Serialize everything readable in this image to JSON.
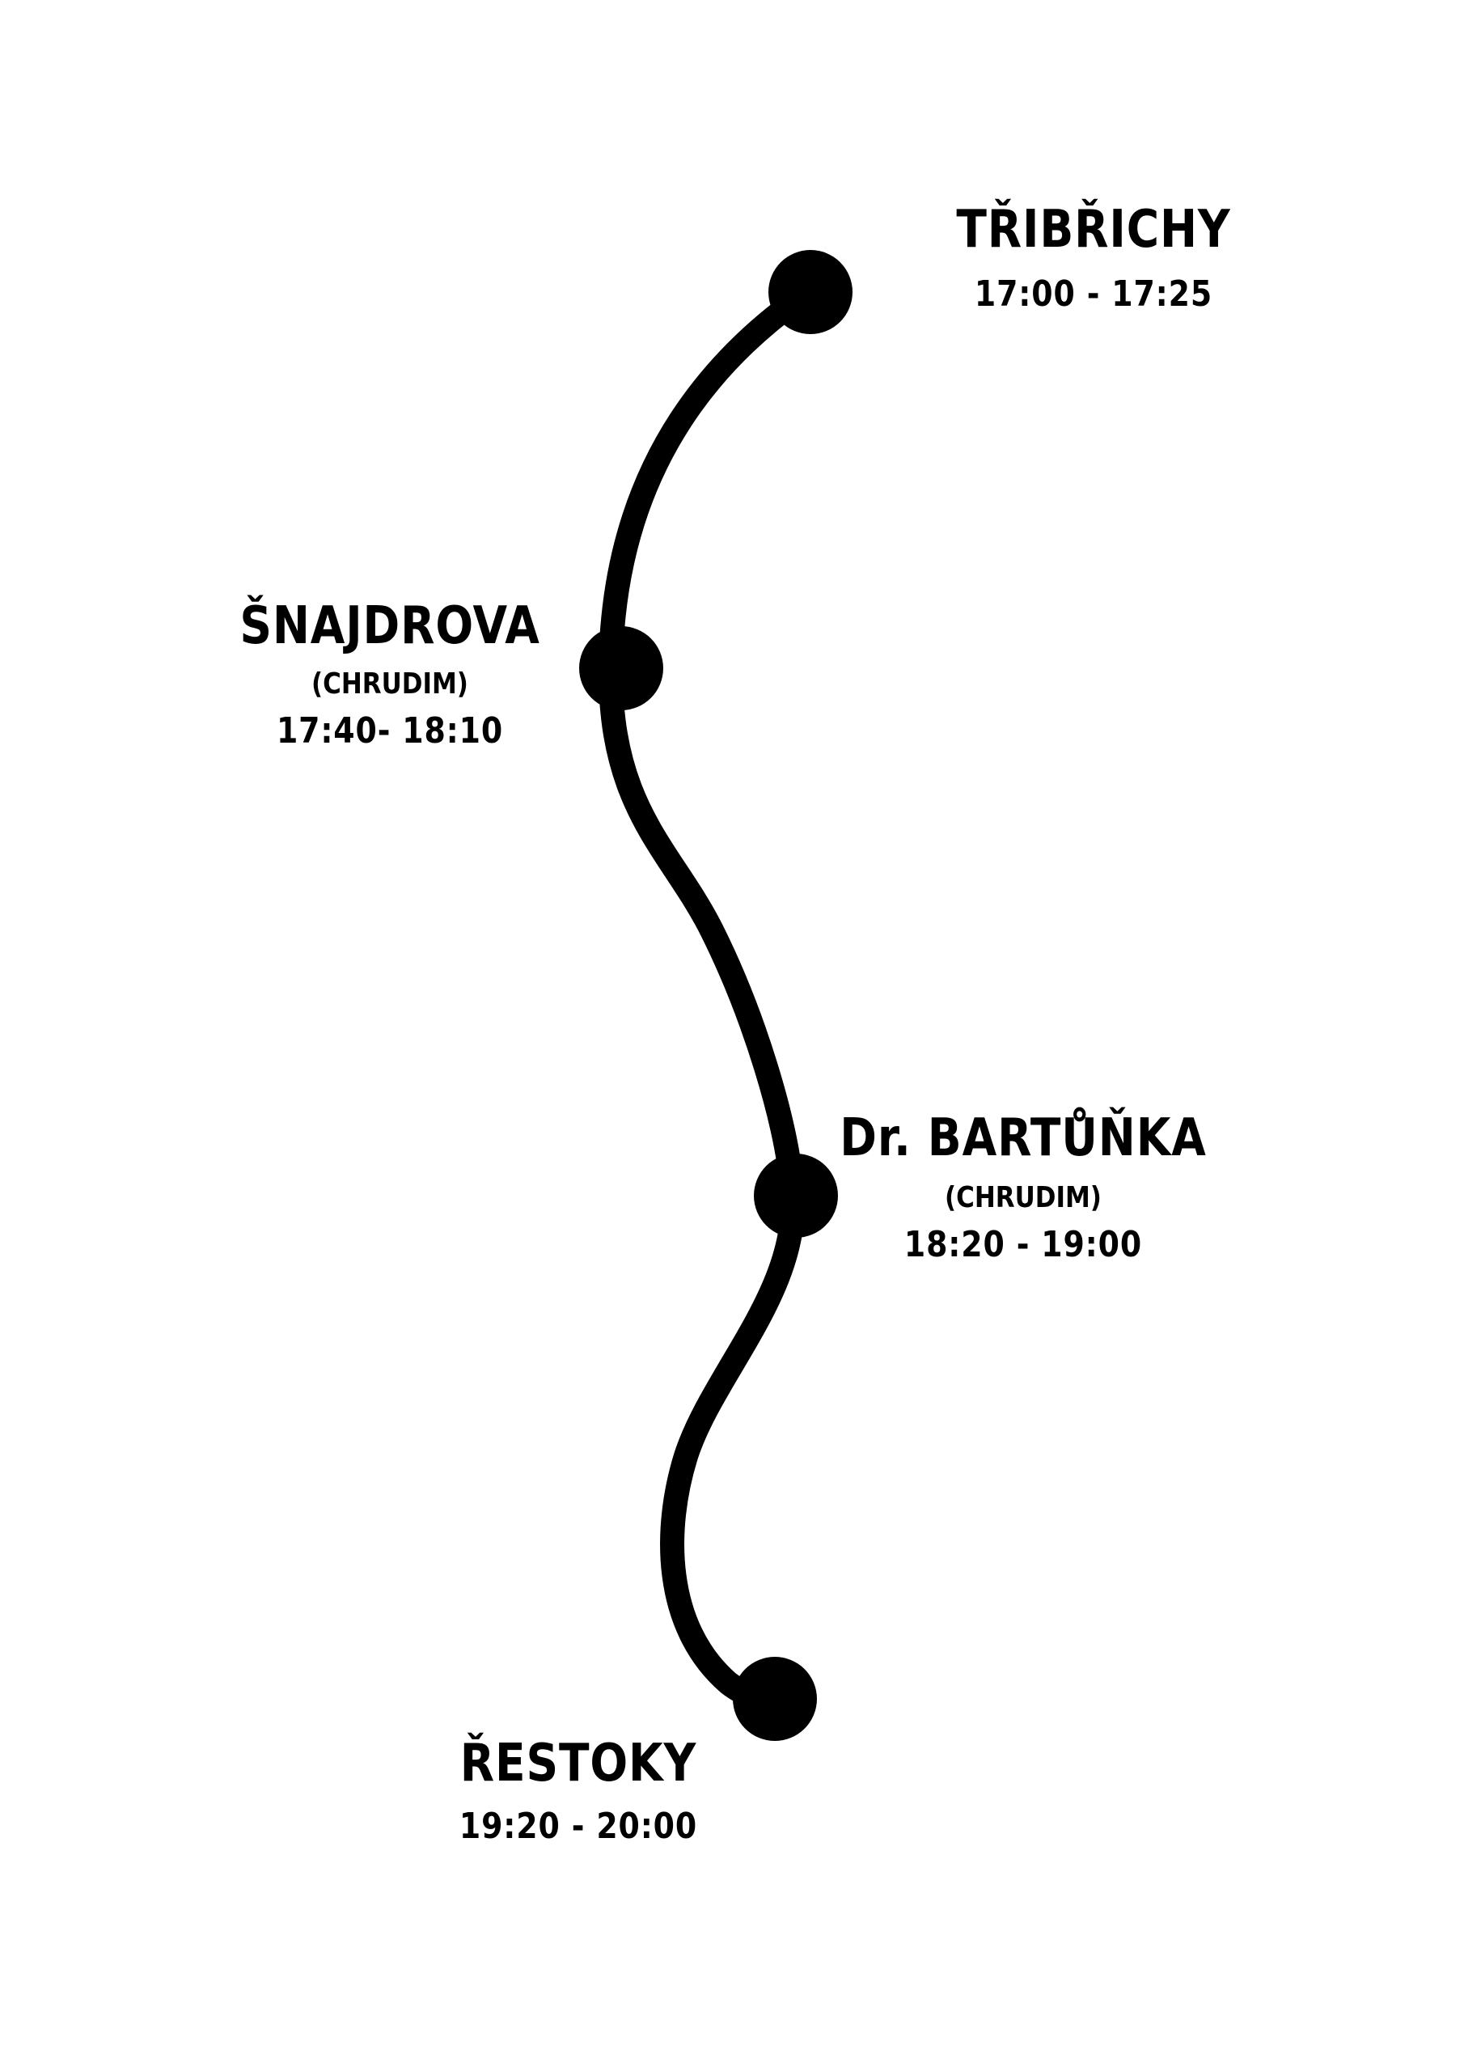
{
  "route": {
    "stops": [
      {
        "name": "TŘIBŘICHY",
        "sub": "",
        "time": "17:00 - 17:25"
      },
      {
        "name": "ŠNAJDROVA",
        "sub": "(CHRUDIM)",
        "time": "17:40- 18:10"
      },
      {
        "name": "Dr. BARTŮŇKA",
        "sub": "(CHRUDIM)",
        "time": "18:20 - 19:00"
      },
      {
        "name": "ŘESTOKY",
        "sub": "",
        "time": "19:20 - 20:00"
      }
    ]
  },
  "colors": {
    "line": "#000000",
    "text": "#000000",
    "background": "#ffffff"
  }
}
